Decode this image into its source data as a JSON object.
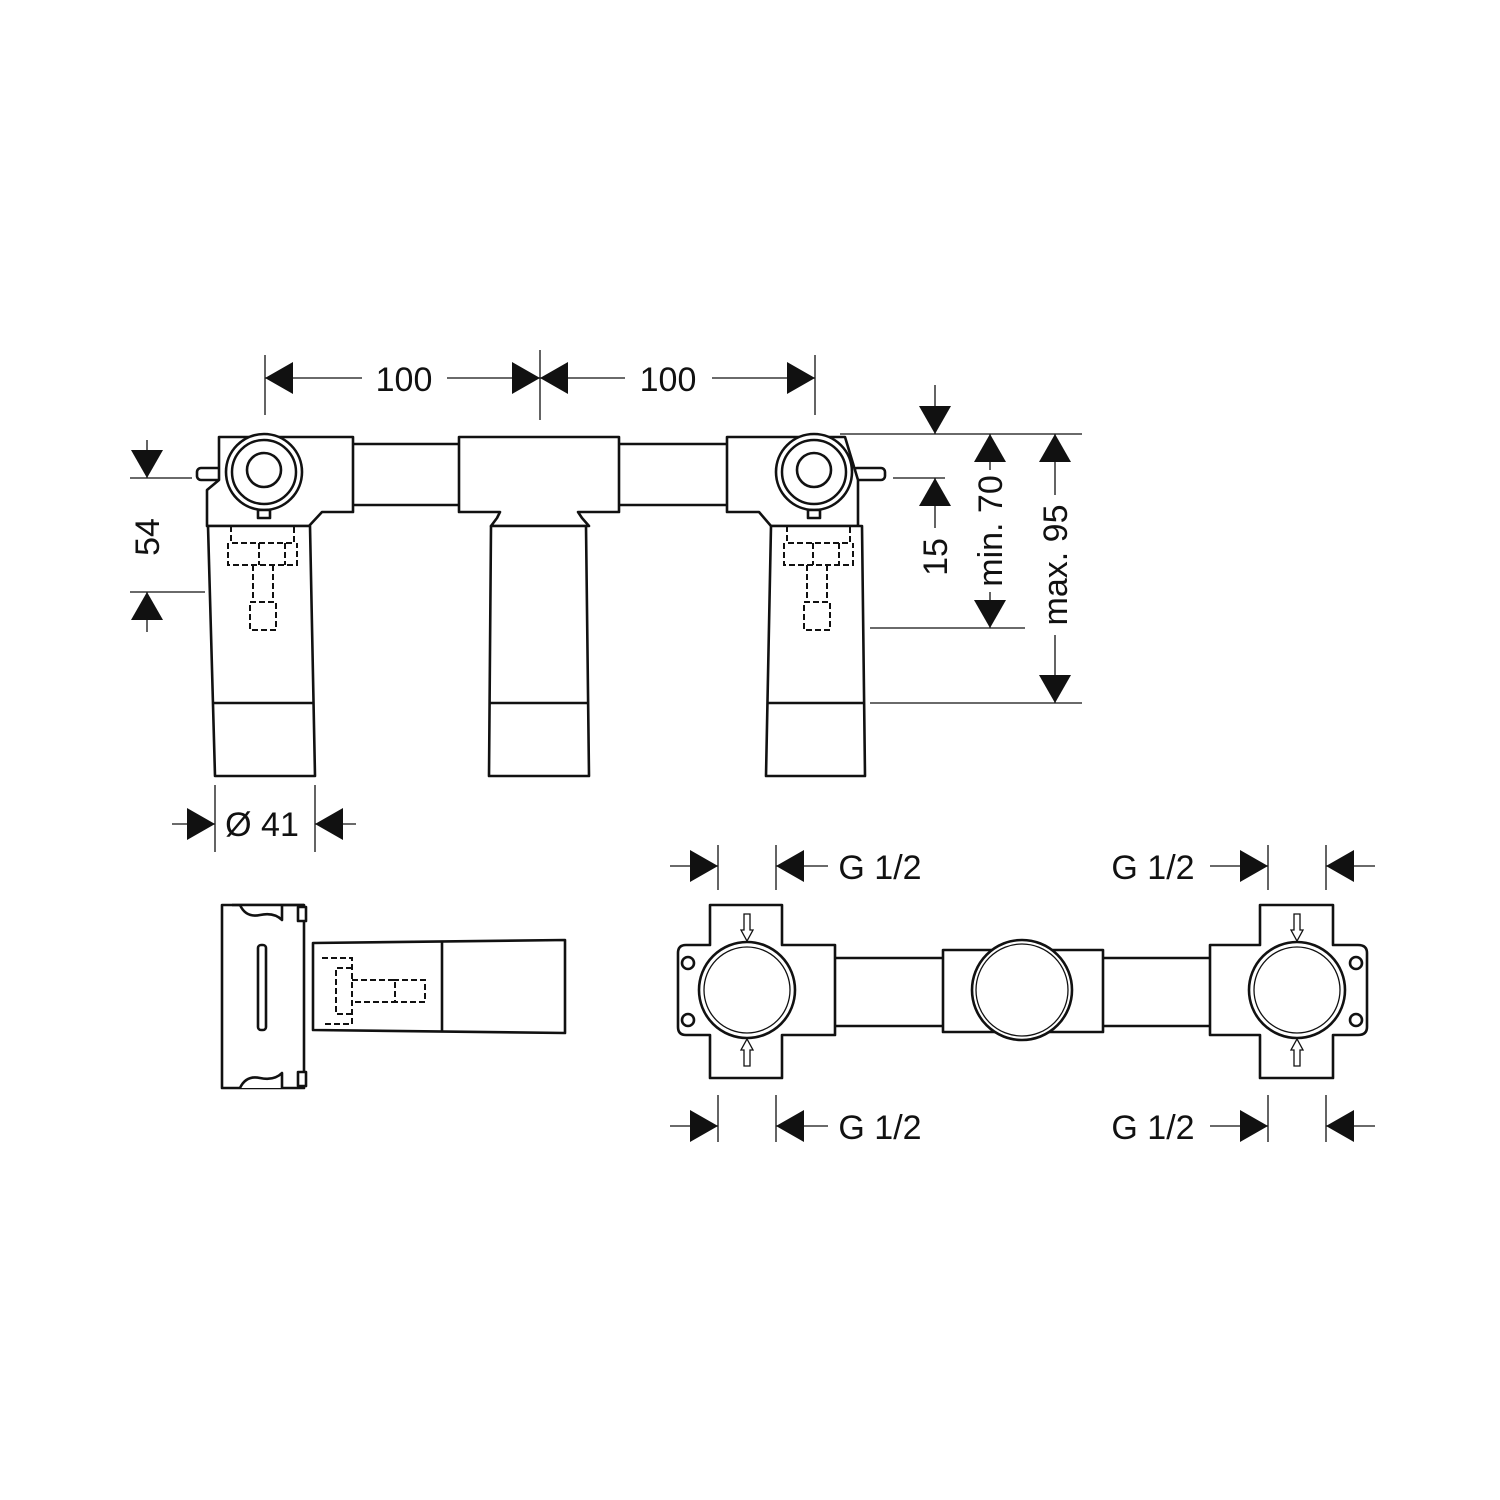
{
  "dimensions": {
    "spacing_left": "100",
    "spacing_right": "100",
    "height_54": "54",
    "offset_15": "15",
    "min_70": "min. 70",
    "max_95": "max. 95",
    "diameter": "Ø 41",
    "thread_top_left": "G 1/2",
    "thread_top_right": "G 1/2",
    "thread_bottom_left": "G 1/2",
    "thread_bottom_right": "G 1/2"
  },
  "colors": {
    "line": "#111111",
    "background": "#ffffff"
  }
}
